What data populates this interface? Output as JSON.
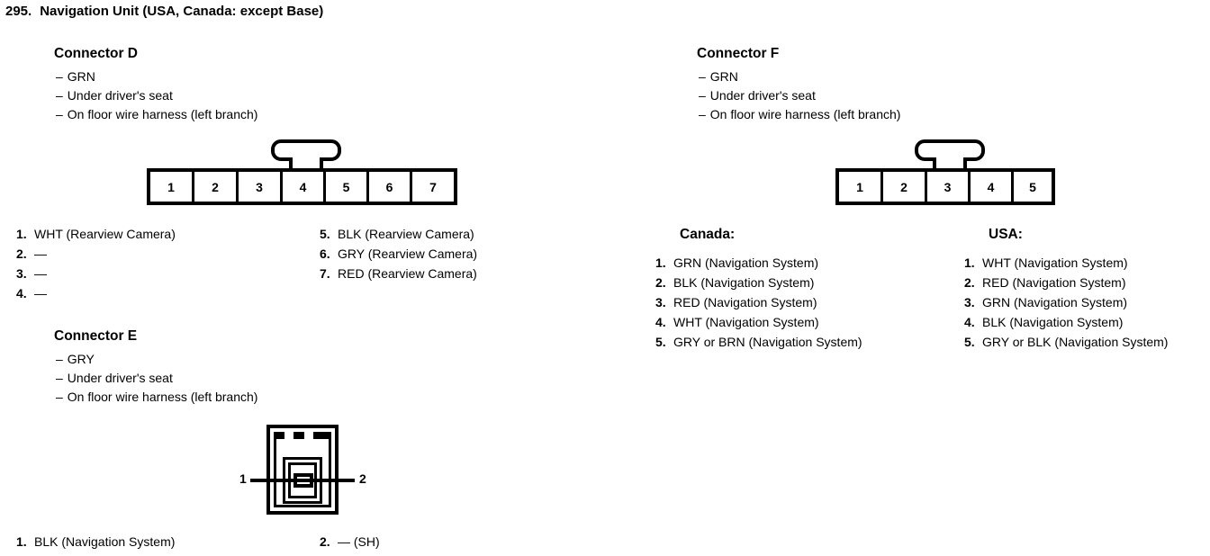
{
  "page": {
    "number": "295.",
    "title": "Navigation Unit (USA, Canada: except Base)"
  },
  "connector_d": {
    "heading": "Connector D",
    "bullets": [
      "GRN",
      "Under driver's seat",
      "On floor wire harness (left branch)"
    ],
    "diagram": {
      "name": "7-pin-connector",
      "cells": [
        "1",
        "2",
        "3",
        "4",
        "5",
        "6",
        "7"
      ],
      "latch_over_cell": "4"
    },
    "pins_left": [
      {
        "num": "1.",
        "desc": "WHT (Rearview Camera)"
      },
      {
        "num": "2.",
        "desc": "—"
      },
      {
        "num": "3.",
        "desc": "—"
      },
      {
        "num": "4.",
        "desc": "—"
      }
    ],
    "pins_right": [
      {
        "num": "5.",
        "desc": "BLK (Rearview Camera)"
      },
      {
        "num": "6.",
        "desc": "GRY (Rearview Camera)"
      },
      {
        "num": "7.",
        "desc": "RED (Rearview Camera)"
      }
    ]
  },
  "connector_e": {
    "heading": "Connector E",
    "bullets": [
      "GRY",
      "Under driver's seat",
      "On floor wire harness (left branch)"
    ],
    "diagram": {
      "name": "2-pin-connector",
      "pin_left_label": "1",
      "pin_right_label": "2"
    },
    "pins": [
      {
        "num": "1.",
        "desc": "BLK (Navigation System)"
      },
      {
        "num": "2.",
        "desc": "— (SH)"
      }
    ]
  },
  "connector_f": {
    "heading": "Connector F",
    "bullets": [
      "GRN",
      "Under driver's seat",
      "On floor wire harness (left branch)"
    ],
    "diagram": {
      "name": "5-pin-connector",
      "cells": [
        "1",
        "2",
        "3",
        "4",
        "5"
      ],
      "latch_over_cell": "3"
    },
    "canada": {
      "heading": "Canada:",
      "pins": [
        {
          "num": "1.",
          "desc": "GRN (Navigation System)"
        },
        {
          "num": "2.",
          "desc": "BLK (Navigation System)"
        },
        {
          "num": "3.",
          "desc": "RED (Navigation System)"
        },
        {
          "num": "4.",
          "desc": "WHT (Navigation System)"
        },
        {
          "num": "5.",
          "desc": "GRY or BRN (Navigation System)"
        }
      ]
    },
    "usa": {
      "heading": "USA:",
      "pins": [
        {
          "num": "1.",
          "desc": "WHT (Navigation System)"
        },
        {
          "num": "2.",
          "desc": "RED (Navigation System)"
        },
        {
          "num": "3.",
          "desc": "GRN (Navigation System)"
        },
        {
          "num": "4.",
          "desc": "BLK (Navigation System)"
        },
        {
          "num": "5.",
          "desc": "GRY or BLK (Navigation System)"
        }
      ]
    }
  },
  "colors": {
    "ink": "#000000",
    "paper": "#ffffff"
  }
}
